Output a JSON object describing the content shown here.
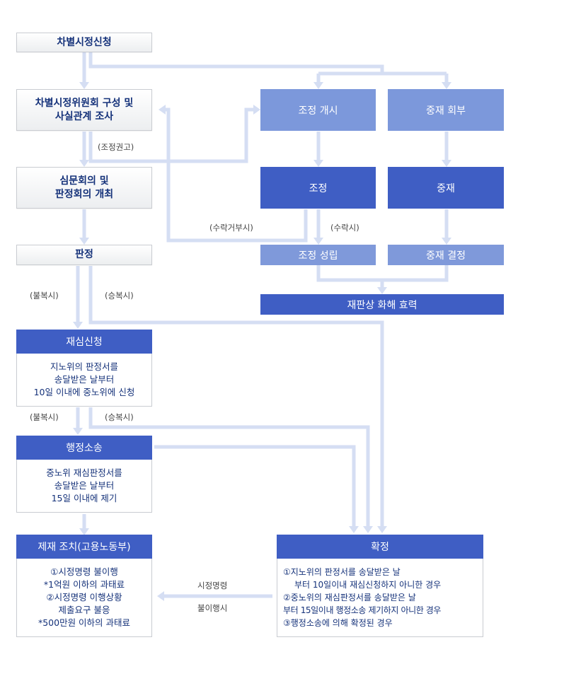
{
  "boxes": {
    "apply": "차별시정신청",
    "committee_1": "차별시정위원회 구성 및",
    "committee_2": "사실관계 조사",
    "hearing_1": "심문회의 및",
    "hearing_2": "판정회의 개최",
    "verdict": "판정",
    "mediation_start": "조정 개시",
    "arbitration_refer": "중재 회부",
    "mediation": "조정",
    "arbitration": "중재",
    "mediation_success": "조정 성립",
    "arbitration_decision": "중재 결정",
    "effect": "재판상 화해 효력"
  },
  "panels": {
    "review": {
      "title": "재심신청",
      "lines": [
        "지노위의 판정서를",
        "송달받은 날부터",
        "10일 이내에 중노위에 신청"
      ]
    },
    "lawsuit": {
      "title": "행정소송",
      "lines": [
        "중노위 재심판정서를",
        "송달받은 날부터",
        "15일 이내에 제기"
      ]
    },
    "sanction": {
      "title": "제재 조치(고용노동부)",
      "lines": [
        "①시정명령 불이행",
        "*1억원 이하의 과태료",
        "②시정명령 이행상황",
        "제출요구 불응",
        "*500만원 이하의 과태료"
      ]
    },
    "final": {
      "title": "확정",
      "lines": [
        "①지노위의 판정서를 송달받은 날",
        "부터 10일이내 재심신청하지 아니한 경우",
        "②중노위의 재심판정서를 송달받은 날",
        "부터 15일이내 행정소송 제기하지 아니한 경우",
        "③행정소송에 의해 확정된 경우"
      ]
    }
  },
  "labels": {
    "recommend": "(조정권고)",
    "refuse": "(수락거부시)",
    "accept": "(수락시)",
    "dissent_1": "(불복시)",
    "agree_1": "(승복시)",
    "dissent_2": "(불복시)",
    "agree_2": "(승복시)",
    "order": "시정명령",
    "noncompliance": "불이행시"
  },
  "colors": {
    "connector": "#d5def3",
    "dark_box": "#3f5ec4",
    "light_box": "#7c98db",
    "text_navy": "#15327a"
  }
}
